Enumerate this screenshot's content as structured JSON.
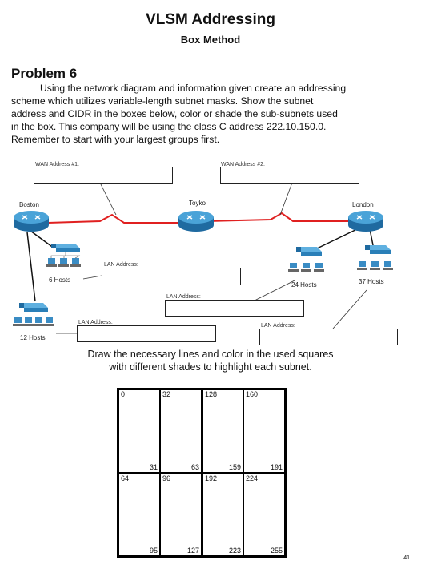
{
  "header": {
    "title": "VLSM Addressing",
    "subtitle": "Box Method"
  },
  "problem": {
    "heading": "Problem 6",
    "lines": [
      "Using the network diagram and information given create an addressing",
      "scheme which utilizes variable-length subnet masks.  Show the subnet",
      "address and CIDR in the boxes below, color or shade the sub-subnets used",
      "in the box.  This company will be using the class C address 222.10.150.0.",
      "Remember to start with your largest groups first."
    ]
  },
  "diagram": {
    "wan1_label": "WAN Address #1:",
    "wan2_label": "WAN Address #2:",
    "routers": {
      "boston": "Boston",
      "tokyo": "Toyko",
      "london": "London"
    },
    "lan_label": "LAN Address:",
    "hosts": {
      "h6": "6 Hosts",
      "h12": "12 Hosts",
      "h24": "24 Hosts",
      "h37": "37 Hosts"
    },
    "colors": {
      "router": "#2a7fb8",
      "switch": "#3a8cc4",
      "wan_link": "#e02020"
    },
    "icons": [
      "router-icon",
      "switch-icon",
      "computer-icon"
    ]
  },
  "instructions": [
    "Draw the necessary lines and color in the used squares",
    "with different shades to highlight each subnet."
  ],
  "box_grid": {
    "cells": [
      {
        "start": "0",
        "end": "31"
      },
      {
        "start": "32",
        "end": "63"
      },
      {
        "start": "128",
        "end": "159"
      },
      {
        "start": "160",
        "end": "191"
      },
      {
        "start": "64",
        "end": "95"
      },
      {
        "start": "96",
        "end": "127"
      },
      {
        "start": "192",
        "end": "223"
      },
      {
        "start": "224",
        "end": "255"
      }
    ]
  },
  "footer": {
    "page_number": "41"
  }
}
